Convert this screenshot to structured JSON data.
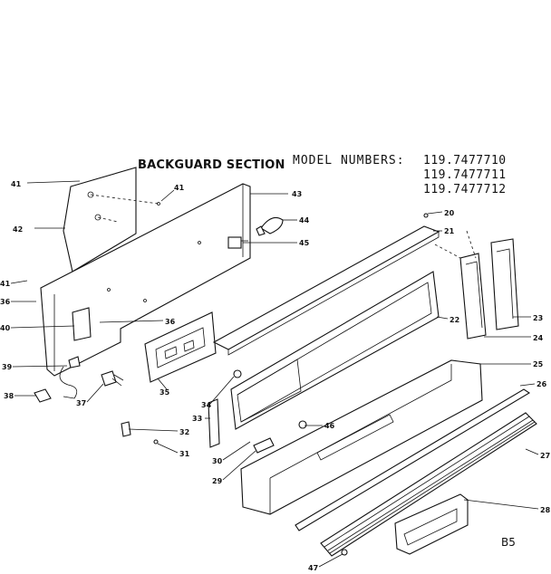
{
  "title": "BACKGUARD SECTION",
  "model_label": "MODEL NUMBERS:",
  "model_numbers": [
    "119.7477710",
    "119.7477711",
    "119.7477712"
  ],
  "page_code": "B5",
  "callouts": {
    "c41a": "41",
    "c42": "42",
    "c41b": "41",
    "c43": "43",
    "c44": "44",
    "c45": "45",
    "c41c": "41",
    "c36a": "36",
    "c40": "40",
    "c36b": "36",
    "c39": "39",
    "c38": "38",
    "c37": "37",
    "c35": "35",
    "c34": "34",
    "c33": "33",
    "c32": "32",
    "c31": "31",
    "c30": "30",
    "c29": "29",
    "c20": "20",
    "c21": "21",
    "c22": "22",
    "c23": "23",
    "c24": "24",
    "c25": "25",
    "c26": "26",
    "c27": "27",
    "c28": "28",
    "c46": "46",
    "c47": "47"
  }
}
